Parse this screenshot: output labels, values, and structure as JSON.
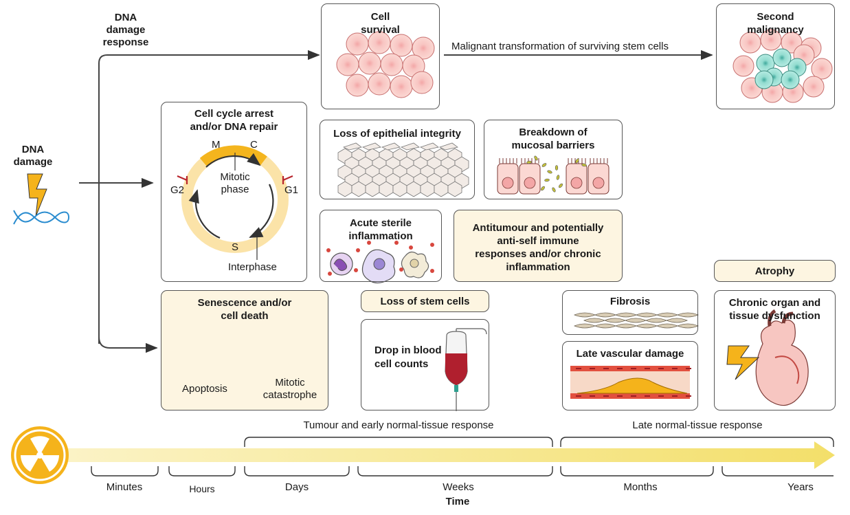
{
  "left": {
    "dna_damage_label": "DNA damage",
    "ddr_label": "DNA damage response"
  },
  "boxes": {
    "cell_survival": "Cell survival",
    "second_malignancy": "Second malignancy",
    "malignant_transformation": "Malignant transformation of surviving stem cells",
    "cell_cycle_title": "Cell cycle arrest and/or DNA repair",
    "cell_cycle_labels": {
      "m": "M",
      "c": "C",
      "g1": "G1",
      "g2": "G2",
      "s": "S",
      "mitotic_phase": "Mitotic phase",
      "interphase": "Interphase"
    },
    "epithelial": "Loss of epithelial integrity",
    "mucosal": "Breakdown of mucosal barriers",
    "inflammation": "Acute sterile inflammation",
    "antitumour": "Antitumour and potentially anti-self immune responses and/or chronic inflammation",
    "senescence": "Senescence and/or cell death",
    "apoptosis": "Apoptosis",
    "mitotic_catastrophe": "Mitotic catastrophe",
    "stem_cells": "Loss of stem cells",
    "blood_counts": "Drop in blood cell counts",
    "fibrosis": "Fibrosis",
    "vascular": "Late vascular damage",
    "atrophy": "Atrophy",
    "chronic_dysfunction": "Chronic organ and tissue dysfunction"
  },
  "timeline": {
    "early_response": "Tumour and early normal-tissue response",
    "late_response": "Late normal-tissue response",
    "ticks": [
      "Minutes",
      "Hours",
      "Days",
      "Weeks",
      "Months",
      "Years"
    ],
    "axis_label": "Time"
  },
  "colors": {
    "box_fill": "#fdf5e1",
    "cell_pink": "#f8c9c4",
    "arrow_yellow": "#f5e27a",
    "radiation_orange": "#f5b31b",
    "dna_blue": "#2a8ccf",
    "cyan_cell": "#9fe0d6"
  }
}
